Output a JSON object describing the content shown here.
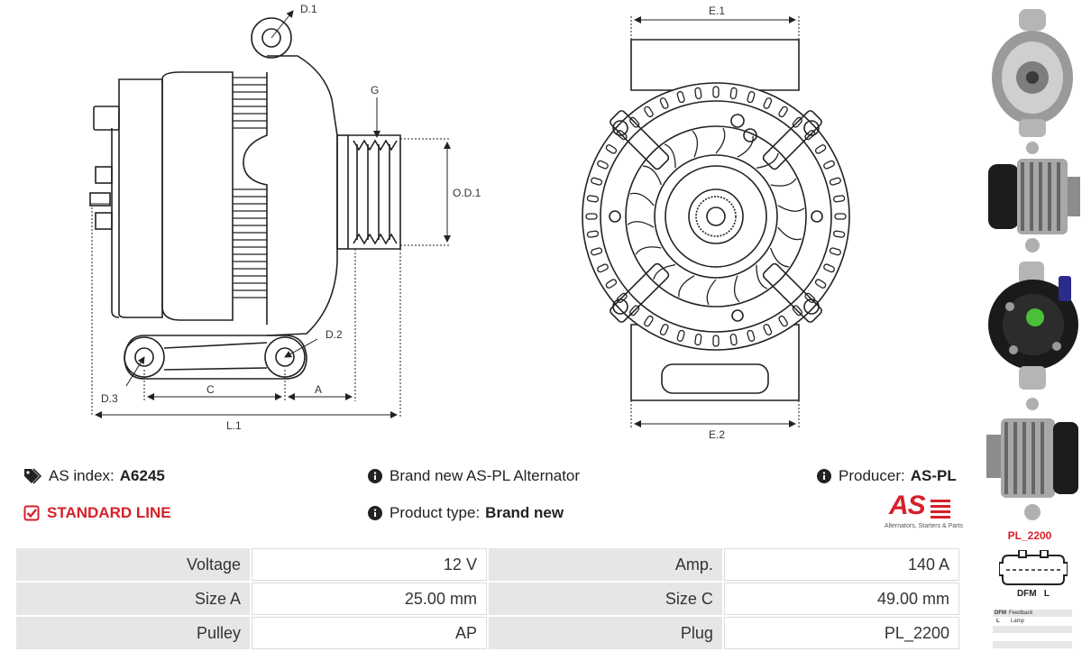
{
  "drawing": {
    "labels": {
      "d1": "D.1",
      "g": "G",
      "od1": "O.D.1",
      "d2": "D.2",
      "d3": "D.3",
      "c": "C",
      "a": "A",
      "l1": "L.1",
      "e1": "E.1",
      "e2": "E.2"
    }
  },
  "info": {
    "as_index_label": "AS index:",
    "as_index_value": "A6245",
    "line": "STANDARD LINE",
    "description": "Brand new AS-PL Alternator",
    "product_type_label": "Product type:",
    "product_type_value": "Brand new",
    "producer_label": "Producer:",
    "producer_value": "AS-PL"
  },
  "logo": {
    "mark": "AS",
    "tagline": "Alternators, Starters & Parts"
  },
  "specs": {
    "rows": [
      [
        {
          "k": "Voltage",
          "v": "12 V"
        },
        {
          "k": "Amp.",
          "v": "140 A"
        }
      ],
      [
        {
          "k": "Size A",
          "v": "25.00 mm"
        },
        {
          "k": "Size C",
          "v": "49.00 mm"
        }
      ],
      [
        {
          "k": "Pulley",
          "v": "AP"
        },
        {
          "k": "Plug",
          "v": "PL_2200"
        }
      ]
    ]
  },
  "plug": {
    "code": "PL_2200",
    "pins": "DFM   L",
    "legend": [
      {
        "code": "DFM",
        "desc": "Feedback"
      },
      {
        "code": "L",
        "desc": "Lamp"
      }
    ]
  },
  "colors": {
    "accent_red": "#d6202a",
    "cell_grey": "#e6e6e6"
  },
  "icons": [
    "tags-icon",
    "check-square-icon",
    "info-circle-icon"
  ]
}
